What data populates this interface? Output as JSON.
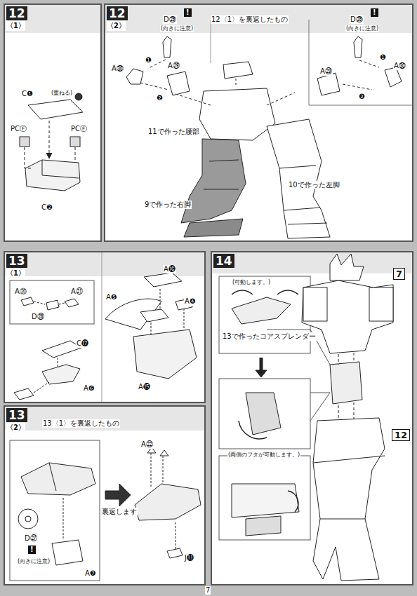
{
  "diagram": {
    "nodes": [
      {
        "text": [
          "12",
          "〈1〉"
        ]
      },
      {
        "text": [
          "12",
          "〈2〉"
        ]
      },
      {
        "text": [
          "13",
          "〈1〉"
        ]
      },
      {
        "text": [
          "13",
          "〈2〉"
        ]
      },
      {
        "text": [
          "14"
        ]
      }
    ],
    "labels": [
      "C❶",
      "(重ねる)",
      "PCⒻ",
      "PCⒻ",
      "C❷",
      "D㉖",
      "!",
      "(向きに注意)",
      "A㉚",
      "A㉙",
      "❶",
      "❷",
      "12〈1〉を裏返したもの",
      "D㉖",
      "!",
      "(向きに注意)",
      "A㉙",
      "A㉚",
      "❶",
      "❷",
      "11で作った腰部",
      "10で作った左脚",
      "9で作った右脚",
      "A⑳",
      "A㉑",
      "D㉘",
      "C⓱",
      "A❻",
      "A⓰",
      "A❺",
      "A❹",
      "A⓯",
      "13〈1〉を裏返したもの",
      "D㉗",
      "!",
      "(向きに注意)",
      "A❼",
      "裏返します",
      "A㉒",
      "J⓫",
      "7",
      "(可動します。)",
      "13で作ったコアスプレンダー",
      "(両側のフタが可動します。)",
      "12",
      "7"
    ]
  }
}
